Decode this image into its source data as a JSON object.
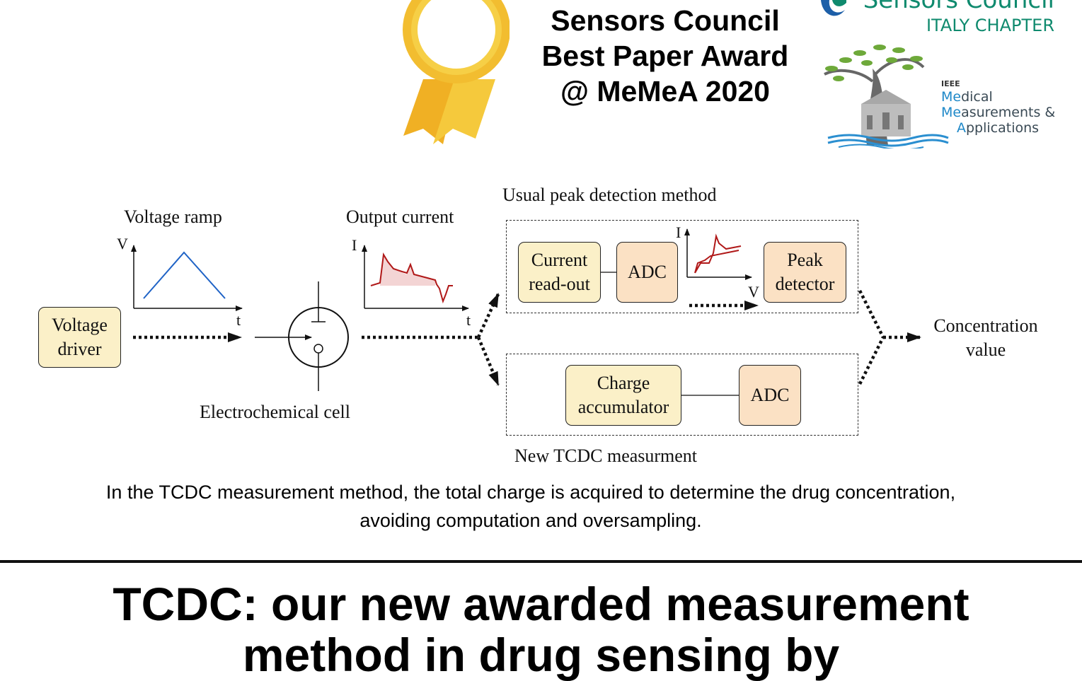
{
  "award": {
    "title_lines": [
      "Sensors Council",
      "Best Paper Award",
      "@ MeMeA 2020"
    ]
  },
  "logos": {
    "sensors_council": {
      "line1": "Sensors Council",
      "line2": "ITALY CHAPTER",
      "color": "#0f8a6e"
    },
    "memea": {
      "ieee": "IEEE",
      "line1_hl": "Me",
      "line1_rest": "dical",
      "line2_hl": "Me",
      "line2_rest": "asurements &",
      "line3_hl": "A",
      "line3_rest": "pplications",
      "accent_color": "#1e88c8"
    }
  },
  "diagram": {
    "voltage_ramp": {
      "title": "Voltage ramp",
      "y_axis": "V",
      "x_axis": "t"
    },
    "output_current": {
      "title": "Output current",
      "y_axis": "I",
      "x_axis": "t"
    },
    "voltage_driver": [
      "Voltage",
      "driver"
    ],
    "electrochemical_cell": "Electrochemical cell",
    "usual_method": {
      "label": "Usual peak detection method",
      "current_readout": [
        "Current",
        "read-out"
      ],
      "adc": "ADC",
      "peak_detector": [
        "Peak",
        "detector"
      ],
      "inset_y_axis": "I",
      "inset_x_axis": "V"
    },
    "new_method": {
      "label": "New TCDC measurment",
      "charge_accumulator": [
        "Charge",
        "accumulator"
      ],
      "adc": "ADC"
    },
    "output": [
      "Concentration",
      "value"
    ],
    "colors": {
      "ramp": "#1f63c6",
      "current": "#b01818",
      "box_light": "#fbf0c8",
      "box_peach": "#fbe1c4"
    }
  },
  "caption": "In the TCDC measurement method, the total charge is acquired to determine the drug concentration, avoiding computation and oversampling.",
  "headline": [
    "TCDC: our new awarded measurement",
    "method in drug sensing by"
  ]
}
